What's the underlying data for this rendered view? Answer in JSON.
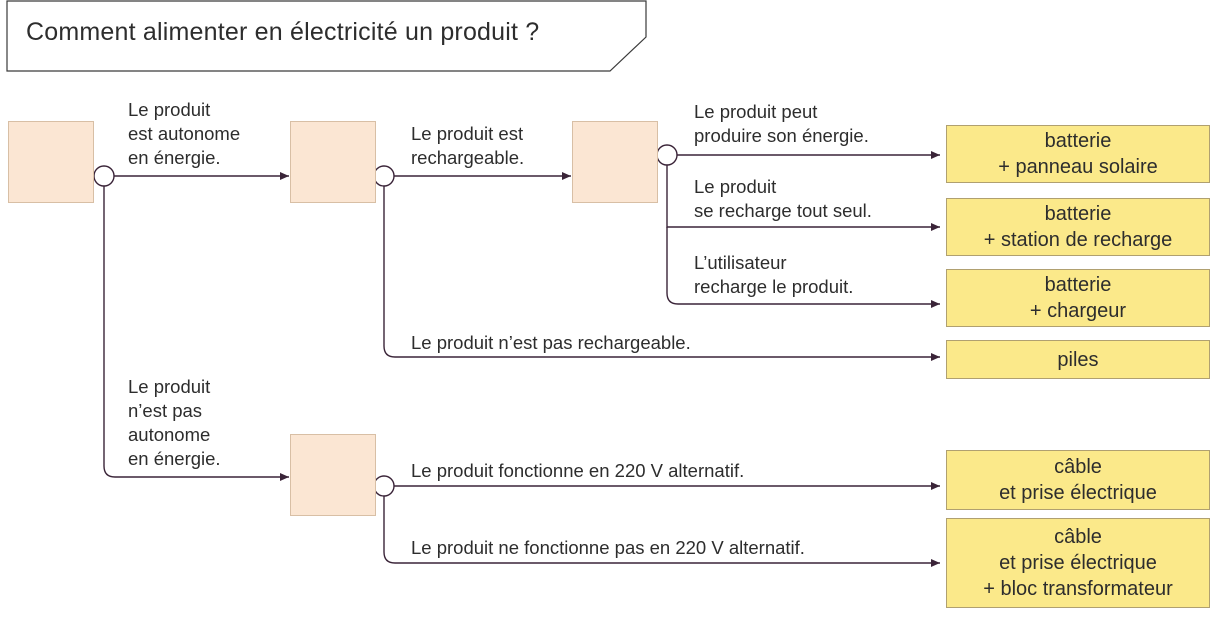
{
  "title": "Comment alimenter en électricité un produit ?",
  "colors": {
    "node_fill": "#fbe6d3",
    "result_fill": "#fbe98a",
    "line": "#3a2438"
  },
  "branches": {
    "autonome": [
      "Le produit",
      "est autonome",
      "en énergie."
    ],
    "non_autonome": [
      "Le produit",
      "n’est pas",
      "autonome",
      "en énergie."
    ],
    "rechargeable": [
      "Le produit est",
      "rechargeable."
    ],
    "non_rechargeable": [
      "Le produit n’est pas rechargeable."
    ],
    "produit_energie": [
      "Le produit peut",
      "produire son énergie."
    ],
    "recharge_seul": [
      "Le produit",
      "se recharge tout seul."
    ],
    "utilisateur": [
      "L’utilisateur",
      "recharge le produit."
    ],
    "ac_220": [
      "Le produit fonctionne en 220 V alternatif."
    ],
    "non_ac_220": [
      "Le produit ne fonctionne pas en 220 V alternatif."
    ]
  },
  "results": {
    "solaire": [
      "batterie",
      "+ panneau solaire"
    ],
    "station": [
      "batterie",
      "+ station de recharge"
    ],
    "chargeur": [
      "batterie",
      "+ chargeur"
    ],
    "piles": [
      "piles"
    ],
    "cable": [
      "câble",
      "et prise électrique"
    ],
    "transfo": [
      "câble",
      "et prise électrique",
      "+ bloc transformateur"
    ]
  }
}
